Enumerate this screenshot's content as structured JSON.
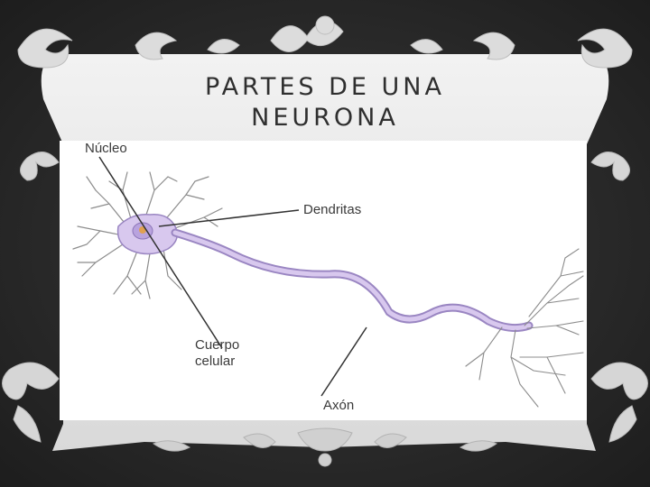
{
  "slide": {
    "title_line1": "PARTES DE  UNA",
    "title_line2": "NEURONA"
  },
  "diagram": {
    "labels": {
      "nucleus": "Núcleo",
      "dendrites": "Dendritas",
      "cell_body_line1": "Cuerpo",
      "cell_body_line2": "celular",
      "axon": "Axón"
    }
  },
  "colors": {
    "background": "#2a2a2a",
    "frame": "#e6e6e6",
    "neuron_fill": "#d8c8ee",
    "neuron_outline": "#9a86c2",
    "nucleus": "#e0a050",
    "pointer_lines": "#333333"
  }
}
